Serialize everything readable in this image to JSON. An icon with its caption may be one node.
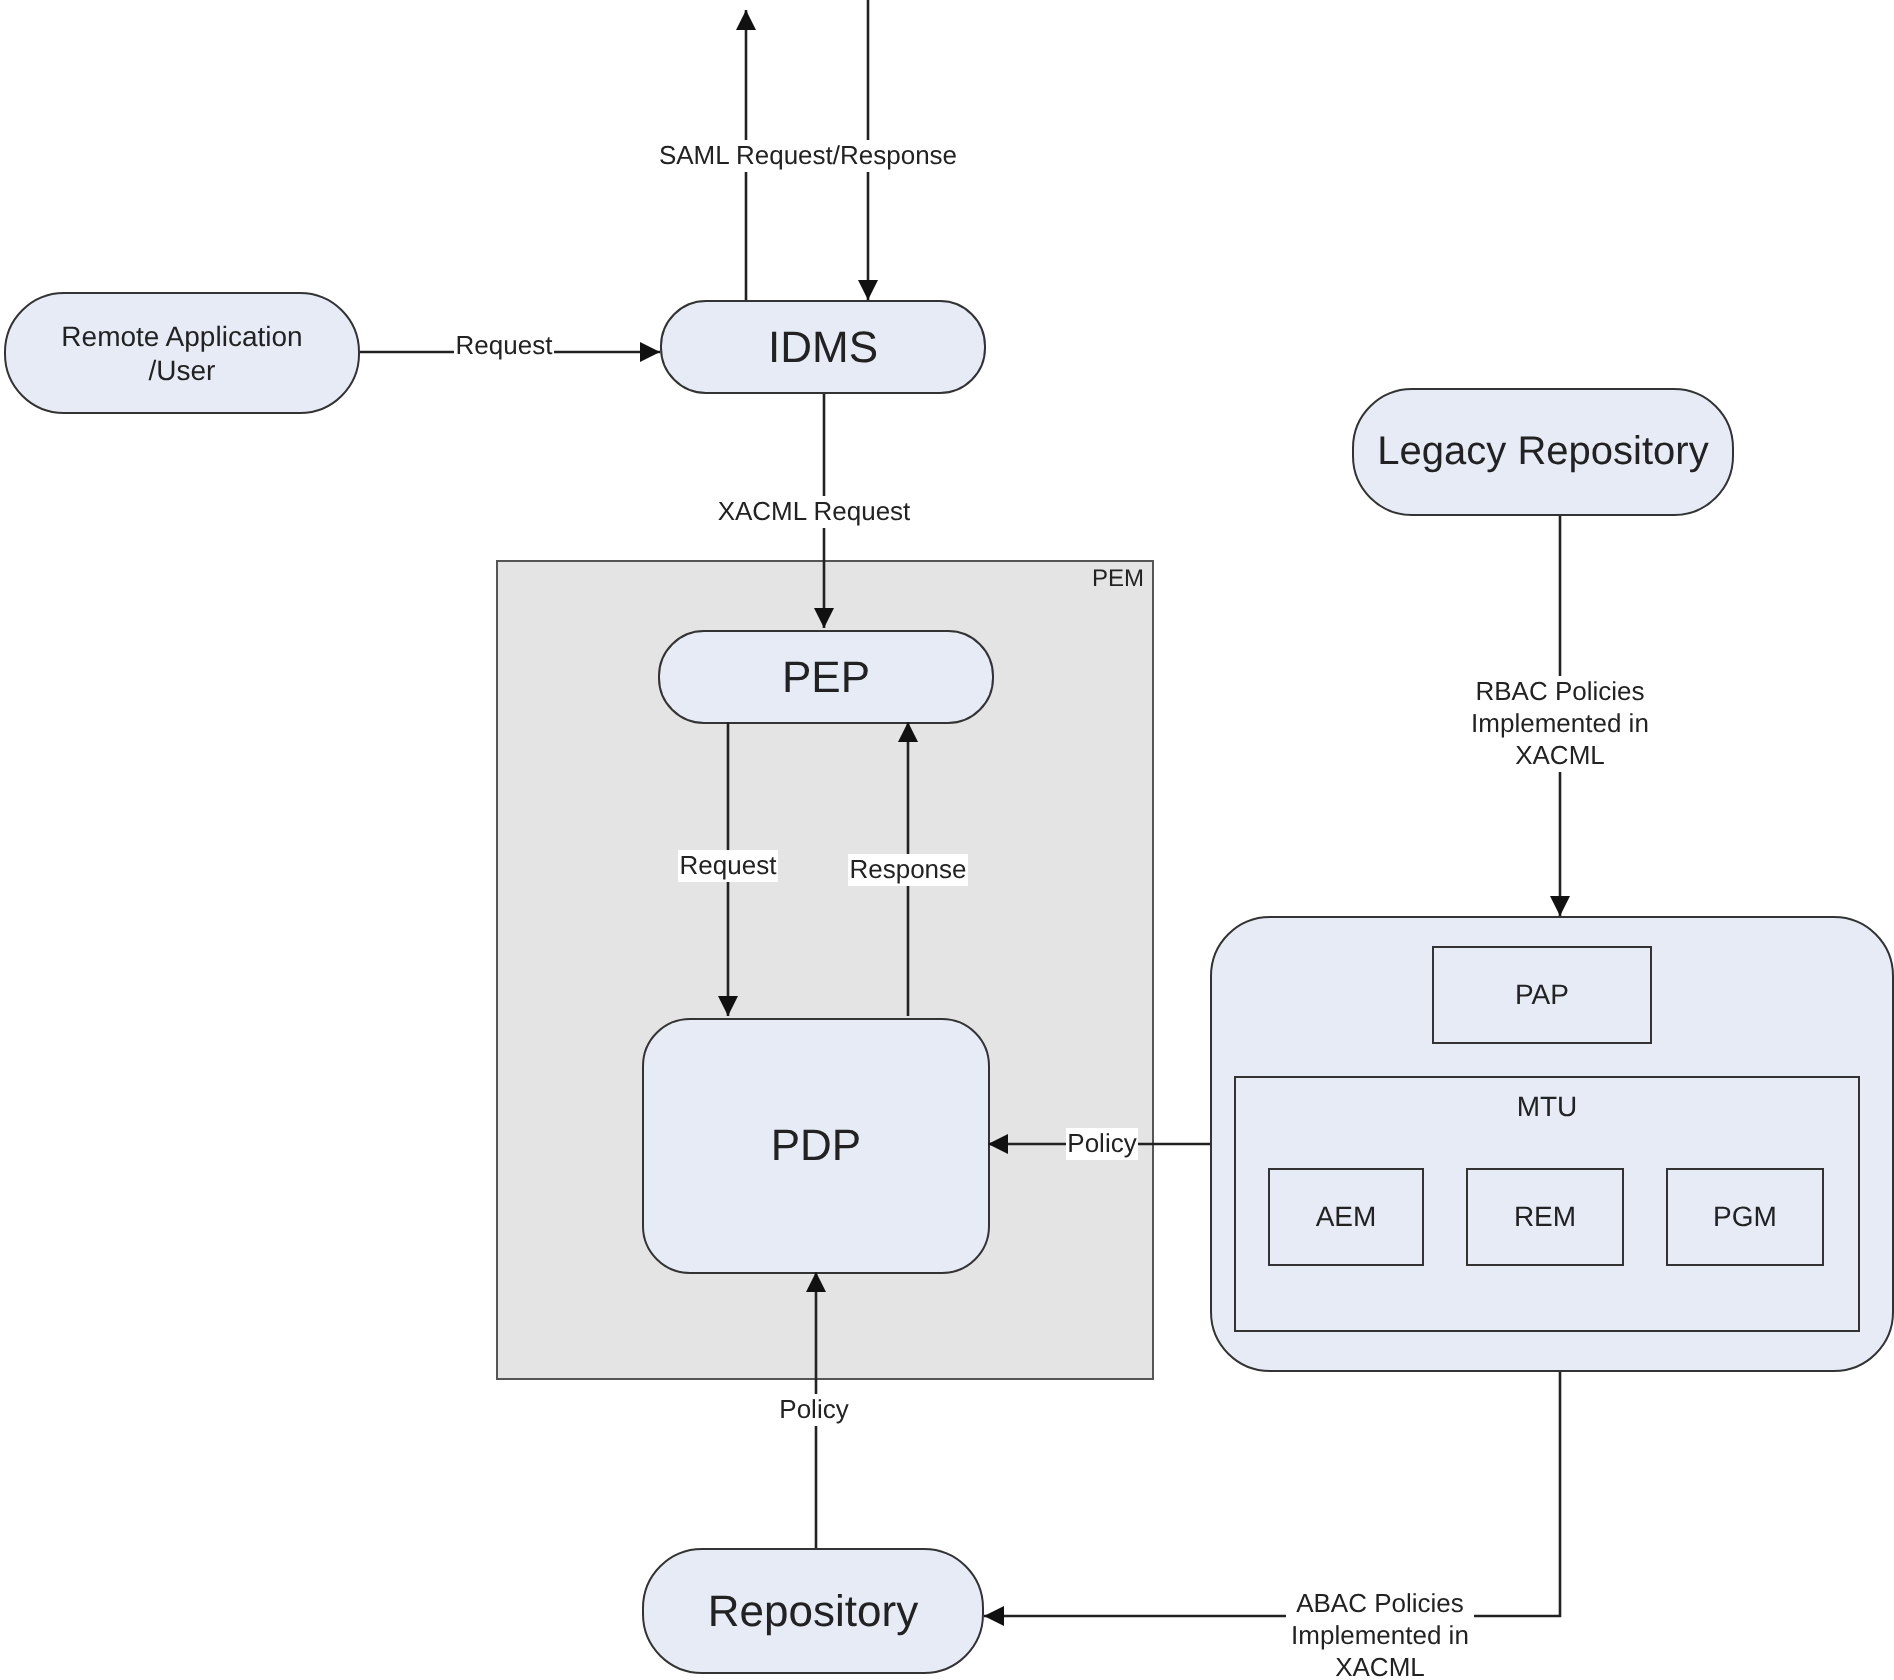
{
  "diagram": {
    "nodes": [
      {
        "text": [
          "Remote Application /User"
        ]
      },
      {
        "text": [
          "IDMS"
        ]
      },
      {
        "text": [
          "PEM"
        ]
      },
      {
        "text": [
          "PEP"
        ],
        "in": 2
      },
      {
        "text": [
          "PDP"
        ],
        "in": 2
      },
      {
        "text": [
          "Legacy Repository"
        ]
      },
      {
        "text": [],
        "shape": "box"
      },
      {
        "text": [
          "PAP"
        ],
        "in": 6
      },
      {
        "text": [
          "MTU"
        ],
        "in": 6
      },
      {
        "text": [
          "AEM"
        ],
        "in": 8
      },
      {
        "text": [
          "REM"
        ],
        "in": 8
      },
      {
        "text": [
          "PGM"
        ],
        "in": 8
      },
      {
        "text": [
          "Repository"
        ]
      }
    ],
    "edges": [
      {
        "from": 1,
        "to": null,
        "arrow": "to",
        "label": "SAML Request/Response"
      },
      {
        "from": null,
        "to": 1,
        "arrow": "to"
      },
      {
        "from": 0,
        "to": 1,
        "arrow": "to",
        "label": "Request"
      },
      {
        "from": 1,
        "to": 3,
        "arrow": "to",
        "label": "XACML Request"
      },
      {
        "from": 3,
        "to": 4,
        "arrow": "to",
        "label": "Request"
      },
      {
        "from": 4,
        "to": 3,
        "arrow": "to",
        "label": "Response"
      },
      {
        "from": 5,
        "to": 6,
        "arrow": "to",
        "label": "RBAC Policies Implemented in XACML"
      },
      {
        "from": 6,
        "to": 4,
        "arrow": "to",
        "label": "Policy"
      },
      {
        "from": 12,
        "to": 4,
        "arrow": "to",
        "label": "Policy"
      },
      {
        "from": 6,
        "to": 12,
        "arrow": "to",
        "label": "ABAC Policies Implemented in XACML"
      }
    ]
  }
}
